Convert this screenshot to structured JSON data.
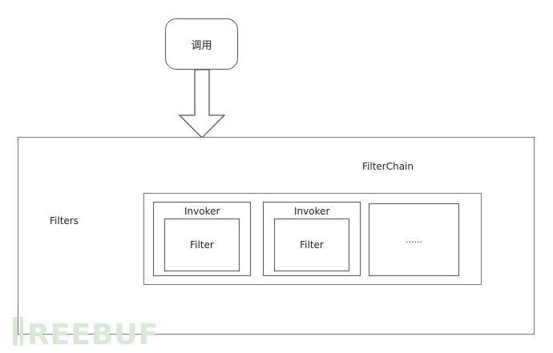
{
  "call": {
    "label": "调用"
  },
  "filterchain": {
    "label": "FilterChain"
  },
  "filters": {
    "label": "Filters"
  },
  "invokers": [
    {
      "label": "Invoker",
      "filter_label": "Filter"
    },
    {
      "label": "Invoker",
      "filter_label": "Filter"
    }
  ],
  "more": {
    "label": "......"
  },
  "watermark": {
    "text": "FREEBUF",
    "color": "#d9e8d4"
  },
  "colors": {
    "stroke": "#555555",
    "outer_stroke": "#777777",
    "arrow_fill": "#ffffff"
  }
}
